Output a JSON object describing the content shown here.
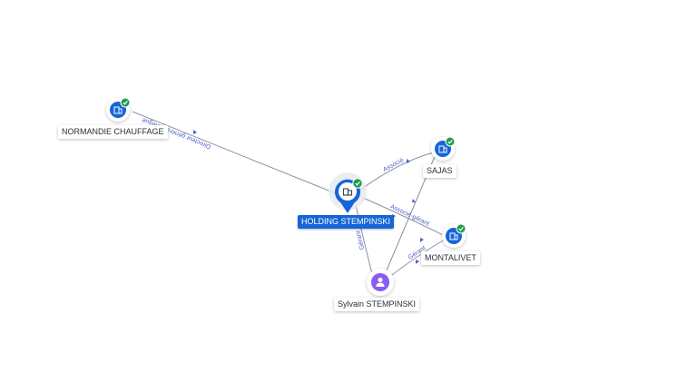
{
  "nodes": {
    "normandie": {
      "label": "NORMANDIE CHAUFFAGE",
      "type": "company",
      "verified": true
    },
    "holding": {
      "label": "HOLDING STEMPINSKI",
      "type": "company",
      "verified": true,
      "central": true
    },
    "sajas": {
      "label": "SAJAS",
      "type": "company",
      "verified": true
    },
    "montalivet": {
      "label": "MONTALIVET",
      "type": "company",
      "verified": true
    },
    "sylvain": {
      "label": "Sylvain STEMPINSKI",
      "type": "person"
    }
  },
  "edges": [
    {
      "id": "e1",
      "from": "holding",
      "to": "normandie",
      "label": "Directeur général délégué"
    },
    {
      "id": "e2",
      "from": "holding",
      "to": "sajas",
      "label": "Associé"
    },
    {
      "id": "e3",
      "from": "holding",
      "to": "montalivet",
      "label": "Associé-gérant"
    },
    {
      "id": "e4",
      "from": "sylvain",
      "to": "holding",
      "label": "Gérant"
    },
    {
      "id": "e5",
      "from": "sylvain",
      "to": "montalivet",
      "label": "Gérant"
    },
    {
      "id": "e6",
      "from": "sylvain",
      "to": "sajas",
      "label": ""
    }
  ],
  "colors": {
    "company_icon": "#1565d8",
    "verified_badge": "#1e9e4a",
    "person_icon": "#8a5cf0",
    "edge_line": "#8a8fa3",
    "edge_label": "#4a63c8"
  },
  "icons": {
    "company": "building-icon",
    "verified": "check-badge-icon",
    "person": "person-icon"
  }
}
